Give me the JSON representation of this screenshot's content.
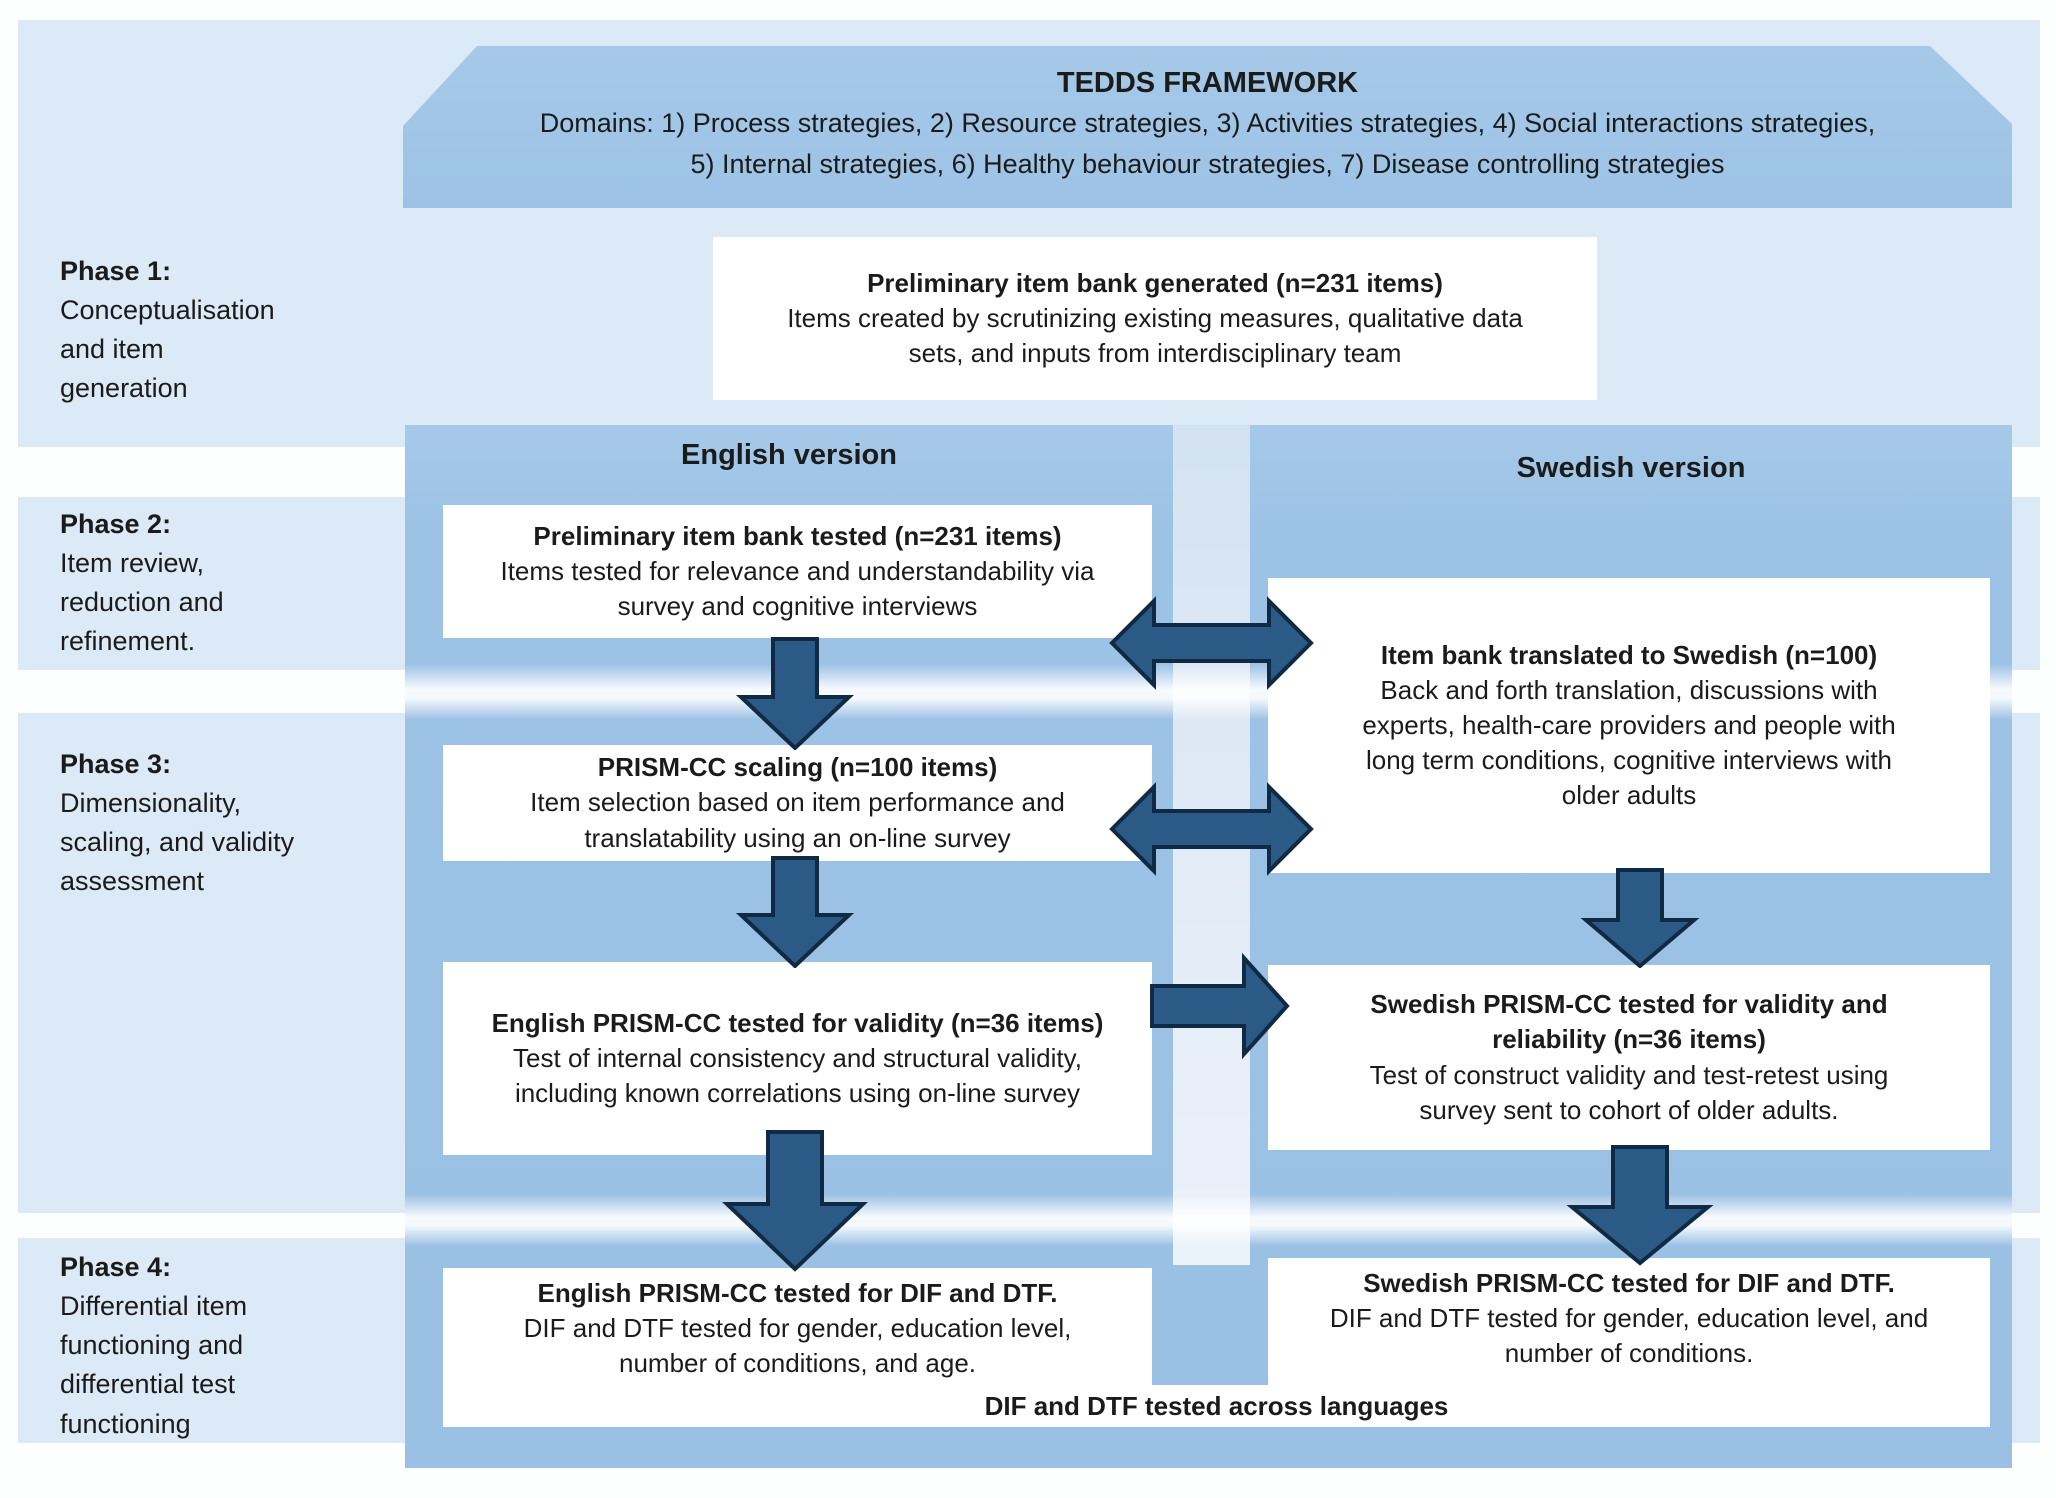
{
  "header": {
    "title": "TEDDS FRAMEWORK",
    "domains": "Domains: 1) Process strategies, 2) Resource strategies, 3) Activities strategies, 4) Social interactions strategies,\n5) Internal strategies, 6) Healthy behaviour strategies, 7) Disease controlling strategies"
  },
  "columns": {
    "english": "English version",
    "swedish": "Swedish version"
  },
  "phases": [
    {
      "label": "Phase 1:",
      "description": "Conceptualisation\nand item\ngeneration"
    },
    {
      "label": "Phase 2:",
      "description": "Item review,\nreduction and\nrefinement."
    },
    {
      "label": "Phase 3:",
      "description": "Dimensionality,\nscaling, and validity\nassessment"
    },
    {
      "label": "Phase 4:",
      "description": "Differential item\nfunctioning and\ndifferential test\nfunctioning"
    }
  ],
  "boxes": {
    "item_bank_generated": {
      "title": "Preliminary item bank generated (n=231 items)",
      "body": "Items created by scrutinizing existing measures, qualitative data\nsets, and inputs from interdisciplinary team"
    },
    "item_bank_tested": {
      "title": "Preliminary item bank tested (n=231 items)",
      "body": "Items tested for relevance and understandability via\nsurvey and cognitive interviews"
    },
    "prism_scaling": {
      "title": "PRISM-CC scaling (n=100 items)",
      "body": "Item selection based on item performance and\ntranslatability using an on-line survey"
    },
    "english_validity": {
      "title": "English PRISM-CC tested for validity (n=36 items)",
      "body": "Test of internal consistency and structural validity,\nincluding known correlations using on-line survey"
    },
    "english_dif": {
      "title": "English PRISM-CC tested for DIF and DTF.",
      "body": "DIF and DTF tested for gender, education level,\nnumber of conditions, and age."
    },
    "swedish_translation": {
      "title": "Item bank translated to Swedish (n=100)",
      "body": "Back and forth translation, discussions with\nexperts, health-care providers and people with\nlong term conditions, cognitive interviews with\nolder adults"
    },
    "swedish_validity": {
      "title": "Swedish PRISM-CC tested for validity and\nreliability (n=36 items)",
      "body": "Test of construct validity and test-retest using\nsurvey sent to cohort of older adults."
    },
    "swedish_dif": {
      "title": "Swedish PRISM-CC tested for DIF and DTF.",
      "body": "DIF and DTF tested for gender, education level, and\nnumber of conditions."
    },
    "cross_language": {
      "title": "DIF and DTF tested across languages"
    }
  },
  "colors": {
    "phase_band_light": "#dce9f6",
    "column_band_medium": "#9cc2e5",
    "column_gap_strip": "#dfe9f5",
    "box_background": "#ffffff",
    "arrow_fill": "#2b5a86",
    "arrow_stroke": "#102a43",
    "text": "#1b1b1b"
  }
}
